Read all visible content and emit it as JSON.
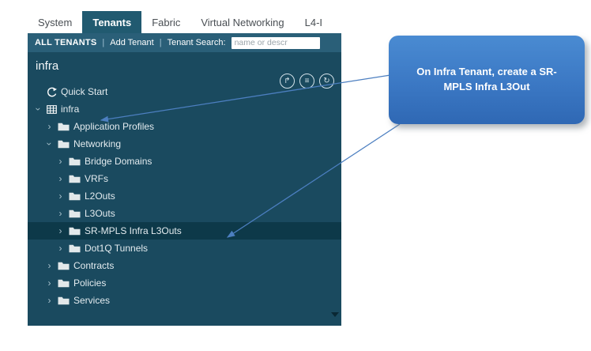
{
  "menu": {
    "tabs": [
      {
        "label": "System",
        "active": false
      },
      {
        "label": "Tenants",
        "active": true
      },
      {
        "label": "Fabric",
        "active": false
      },
      {
        "label": "Virtual Networking",
        "active": false
      },
      {
        "label": "L4-I",
        "active": false
      }
    ]
  },
  "subheader": {
    "all_tenants": "ALL TENANTS",
    "add_tenant": "Add Tenant",
    "search_label": "Tenant Search:",
    "search_placeholder": "name or descr",
    "separator": "|"
  },
  "pane": {
    "title": "infra",
    "icons": [
      {
        "name": "exit-arrow-icon",
        "glyph": "↱"
      },
      {
        "name": "list-options-icon",
        "glyph": "≡"
      },
      {
        "name": "refresh-icon",
        "glyph": "↻"
      }
    ]
  },
  "tree": {
    "items": [
      {
        "label": "Quick Start",
        "level": 0,
        "chevron": "none",
        "icon": "quickstart",
        "selected": false
      },
      {
        "label": "infra",
        "level": 0,
        "chevron": "expanded",
        "icon": "grid",
        "selected": false
      },
      {
        "label": "Application Profiles",
        "level": 1,
        "chevron": "collapsed",
        "icon": "folder",
        "selected": false
      },
      {
        "label": "Networking",
        "level": 1,
        "chevron": "expanded",
        "icon": "folder",
        "selected": false
      },
      {
        "label": "Bridge Domains",
        "level": 2,
        "chevron": "collapsed",
        "icon": "folder",
        "selected": false
      },
      {
        "label": "VRFs",
        "level": 2,
        "chevron": "collapsed",
        "icon": "folder",
        "selected": false
      },
      {
        "label": "L2Outs",
        "level": 2,
        "chevron": "collapsed",
        "icon": "folder",
        "selected": false
      },
      {
        "label": "L3Outs",
        "level": 2,
        "chevron": "collapsed",
        "icon": "folder",
        "selected": false
      },
      {
        "label": "SR-MPLS Infra L3Outs",
        "level": 2,
        "chevron": "collapsed",
        "icon": "folder",
        "selected": true
      },
      {
        "label": "Dot1Q Tunnels",
        "level": 2,
        "chevron": "collapsed",
        "icon": "folder",
        "selected": false
      },
      {
        "label": "Contracts",
        "level": 1,
        "chevron": "collapsed",
        "icon": "folder",
        "selected": false
      },
      {
        "label": "Policies",
        "level": 1,
        "chevron": "collapsed",
        "icon": "folder",
        "selected": false
      },
      {
        "label": "Services",
        "level": 1,
        "chevron": "collapsed",
        "icon": "folder",
        "selected": false
      }
    ]
  },
  "callout": {
    "text": "On Infra Tenant, create a SR-MPLS Infra L3Out"
  },
  "colors": {
    "active_tab_bg": "#215a70",
    "subheader_bg": "#2a5f78",
    "pane_bg": "#1a4a5f",
    "selected_row": "#0d3949",
    "callout_blue": "#3b78c4",
    "arrow_blue": "#4c7fc0"
  }
}
